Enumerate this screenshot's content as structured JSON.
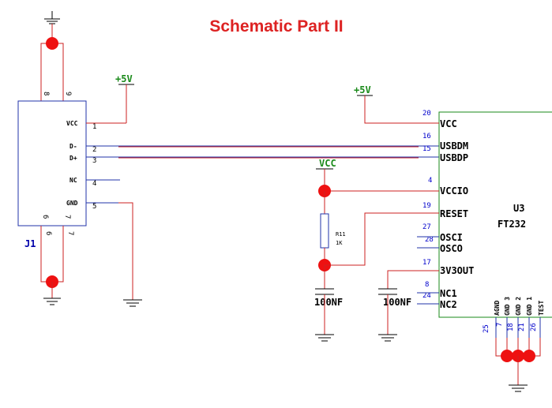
{
  "title": "Schematic Part II",
  "colors": {
    "title": "#dd2222",
    "wire": "#cc2222",
    "power_label": "#1a8a1a",
    "junction": "#ee1111",
    "pin_number": "#0000cc"
  },
  "power": {
    "j1_5v": "+5V",
    "u3_5v": "+5V",
    "vcc": "VCC"
  },
  "j1": {
    "ref": "J1",
    "pins": [
      {
        "num": "1",
        "name": "VCC"
      },
      {
        "num": "2",
        "name": "D-"
      },
      {
        "num": "3",
        "name": "D+"
      },
      {
        "num": "4",
        "name": "NC"
      },
      {
        "num": "5",
        "name": "GND"
      }
    ],
    "shield_top": [
      "8",
      "9"
    ],
    "shield_bottom_inner": [
      "6",
      "7"
    ],
    "shield_bottom_outer": [
      "6",
      "7"
    ]
  },
  "r11": {
    "ref": "R11",
    "value": "1K"
  },
  "c_left": {
    "value": "100NF"
  },
  "c_right": {
    "value": "100NF"
  },
  "u3": {
    "ref": "U3",
    "part": "FT232",
    "pins": [
      {
        "num": "20",
        "name": "VCC"
      },
      {
        "num": "16",
        "name": "USBDM"
      },
      {
        "num": "15",
        "name": "USBDP"
      },
      {
        "num": "4",
        "name": "VCCIO"
      },
      {
        "num": "19",
        "name": "RESET"
      },
      {
        "num": "27",
        "name": "OSCI"
      },
      {
        "num": "28",
        "name": "OSCO"
      },
      {
        "num": "17",
        "name": "3V3OUT"
      },
      {
        "num": "8",
        "name": "NC1"
      },
      {
        "num": "24",
        "name": "NC2"
      }
    ],
    "bottom_pins": [
      {
        "num": "25",
        "name": "AGND"
      },
      {
        "num": "7",
        "name": "GND 3"
      },
      {
        "num": "18",
        "name": "GND 2"
      },
      {
        "num": "21",
        "name": "GND 1"
      },
      {
        "num": "26",
        "name": "TEST"
      }
    ]
  }
}
